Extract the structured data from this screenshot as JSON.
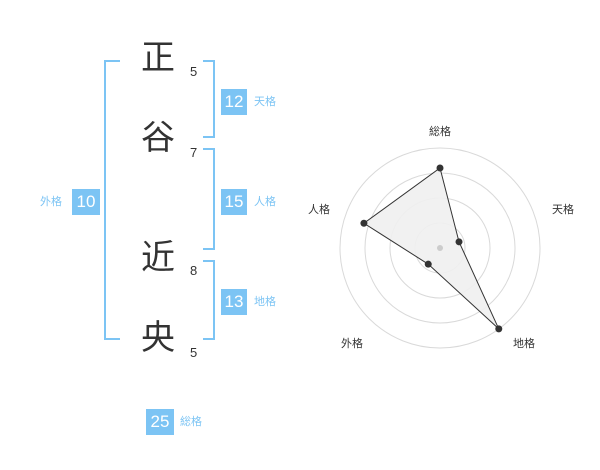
{
  "name": {
    "chars": [
      {
        "char": "正",
        "strokes": "5"
      },
      {
        "char": "谷",
        "strokes": "7"
      },
      {
        "char": "近",
        "strokes": "8"
      },
      {
        "char": "央",
        "strokes": "5"
      }
    ]
  },
  "kaku": {
    "gaikaku": {
      "value": "10",
      "label": "外格"
    },
    "tenkaku": {
      "value": "12",
      "label": "天格"
    },
    "jinkaku": {
      "value": "15",
      "label": "人格"
    },
    "chikaku": {
      "value": "13",
      "label": "地格"
    },
    "soukaku": {
      "value": "25",
      "label": "総格"
    }
  },
  "chart_data": {
    "type": "radar",
    "axes": [
      "総格",
      "天格",
      "地格",
      "外格",
      "人格"
    ],
    "values": [
      0.8,
      0.2,
      1.0,
      0.2,
      0.8
    ],
    "scale_max": 1.0,
    "rings": 4,
    "colors": {
      "fill": "#f0f0f0",
      "line": "#333333",
      "grid": "#d9d9d9",
      "center": "#cccccc"
    }
  },
  "colors": {
    "accent": "#7cc4f4",
    "text": "#333333"
  }
}
